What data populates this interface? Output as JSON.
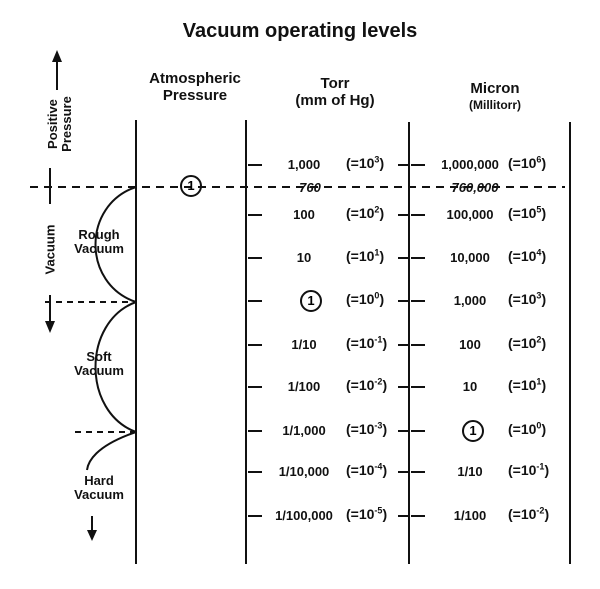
{
  "title": "Vacuum operating levels",
  "headers": {
    "atmospheric": [
      "Atmospheric",
      "Pressure"
    ],
    "torr": [
      "Torr",
      "(mm of Hg)"
    ],
    "micron": [
      "Micron",
      "(Millitorr)"
    ]
  },
  "side_labels": {
    "positive": [
      "Positive",
      "Pressure"
    ],
    "vacuum": "Vacuum"
  },
  "regions": {
    "rough": [
      "Rough",
      "Vacuum"
    ],
    "soft": [
      "Soft",
      "Vacuum"
    ],
    "hard": [
      "Hard",
      "Vacuum"
    ]
  },
  "atmospheric_marker": "1",
  "atmosphere_line": {
    "torr": "760",
    "micron": "760,000"
  },
  "rows": [
    {
      "torr": "1,000",
      "torr_exp": "3",
      "micron": "1,000,000",
      "micron_exp": "6"
    },
    {
      "torr": "100",
      "torr_exp": "2",
      "micron": "100,000",
      "micron_exp": "5"
    },
    {
      "torr": "10",
      "torr_exp": "1",
      "micron": "10,000",
      "micron_exp": "4"
    },
    {
      "torr": "1",
      "torr_circled": true,
      "torr_exp": "0",
      "micron": "1,000",
      "micron_exp": "3"
    },
    {
      "torr": "1/10",
      "torr_exp": "-1",
      "micron": "100",
      "micron_exp": "2"
    },
    {
      "torr": "1/100",
      "torr_exp": "-2",
      "micron": "10",
      "micron_exp": "1"
    },
    {
      "torr": "1/1,000",
      "torr_exp": "-3",
      "micron": "1",
      "micron_circled": true,
      "micron_exp": "0"
    },
    {
      "torr": "1/10,000",
      "torr_exp": "-4",
      "micron": "1/10",
      "micron_exp": "-1"
    },
    {
      "torr": "1/100,000",
      "torr_exp": "-5",
      "micron": "1/100",
      "micron_exp": "-2"
    }
  ],
  "exp_prefix": "(=10",
  "exp_suffix": ")"
}
